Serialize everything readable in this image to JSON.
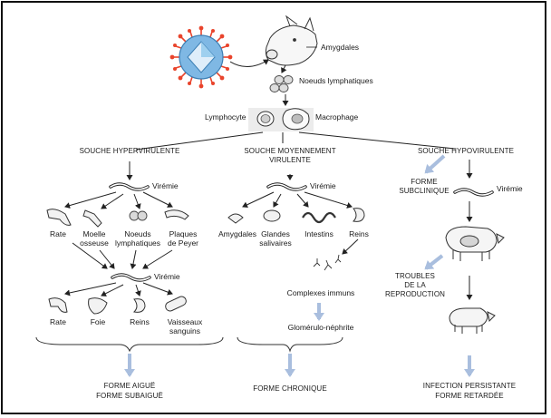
{
  "top": {
    "amygdales": "Amygdales",
    "noeuds": "Noeuds lymphatiques",
    "lymphocyte": "Lymphocyte",
    "macrophage": "Macrophage"
  },
  "hyper": {
    "title": "SOUCHE HYPERVIRULENTE",
    "viremie1": "Virémie",
    "organs1": [
      "Rate",
      "Moelle osseuse",
      "Noeuds lymphatiques",
      "Plaques de Peyer"
    ],
    "viremie2": "Virémie",
    "organs2": [
      "Rate",
      "Foie",
      "Reins",
      "Vaisseaux sanguins"
    ],
    "outcome": [
      "FORME AIGUË",
      "FORME SUBAIGUË"
    ]
  },
  "moyen": {
    "title": [
      "SOUCHE MOYENNEMENT",
      "VIRULENTE"
    ],
    "viremie": "Virémie",
    "organs": [
      "Amygdales",
      "Glandes salivaires",
      "Intestins",
      "Reins"
    ],
    "complexes": "Complexes immuns",
    "glomerulo": "Glomérulo-néphrite",
    "outcome": "FORME CHRONIQUE"
  },
  "hypo": {
    "title": "SOUCHE HYPOVIRULENTE",
    "subclinique": [
      "FORME",
      "SUBCLINIQUE"
    ],
    "viremie": "Virémie",
    "troubles": [
      "TROUBLES",
      "DE LA",
      "REPRODUCTION"
    ],
    "outcome": [
      "INFECTION PERSISTANTE",
      "FORME RETARDÉE"
    ]
  },
  "colors": {
    "arrow_black": "#222222",
    "arrow_light": "#a9bede",
    "virus_body": "#7fb8e4",
    "virus_spike": "#e9442c"
  }
}
